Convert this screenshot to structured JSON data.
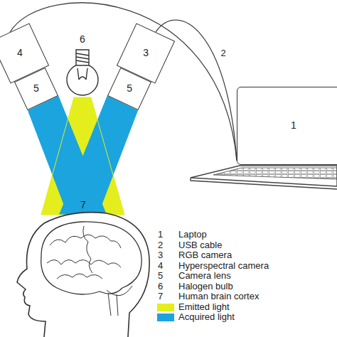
{
  "diagram": {
    "nodes": [
      {
        "text": [
          "4"
        ]
      },
      {
        "text": [
          "3"
        ]
      },
      {
        "text": [
          "5"
        ]
      },
      {
        "text": [
          "5"
        ]
      },
      {
        "text": [
          "1"
        ]
      }
    ],
    "edges": [
      {
        "from": 4,
        "to": 0,
        "arrow": "none"
      },
      {
        "from": 4,
        "to": 1,
        "arrow": "none",
        "label": "2"
      }
    ],
    "labels": [
      "6",
      "7",
      "1",
      "Laptop",
      "2",
      "USB cable",
      "3",
      "RGB camera",
      "4",
      "Hyperspectral camera",
      "5",
      "Camera lens",
      "6",
      "Halogen bulb",
      "7",
      "Human brain cortex"
    ],
    "legend": [
      {
        "text": "Emitted light",
        "color": "#e3ee1c"
      },
      {
        "text": "Acquired light",
        "color": "#1ba4de"
      }
    ]
  }
}
